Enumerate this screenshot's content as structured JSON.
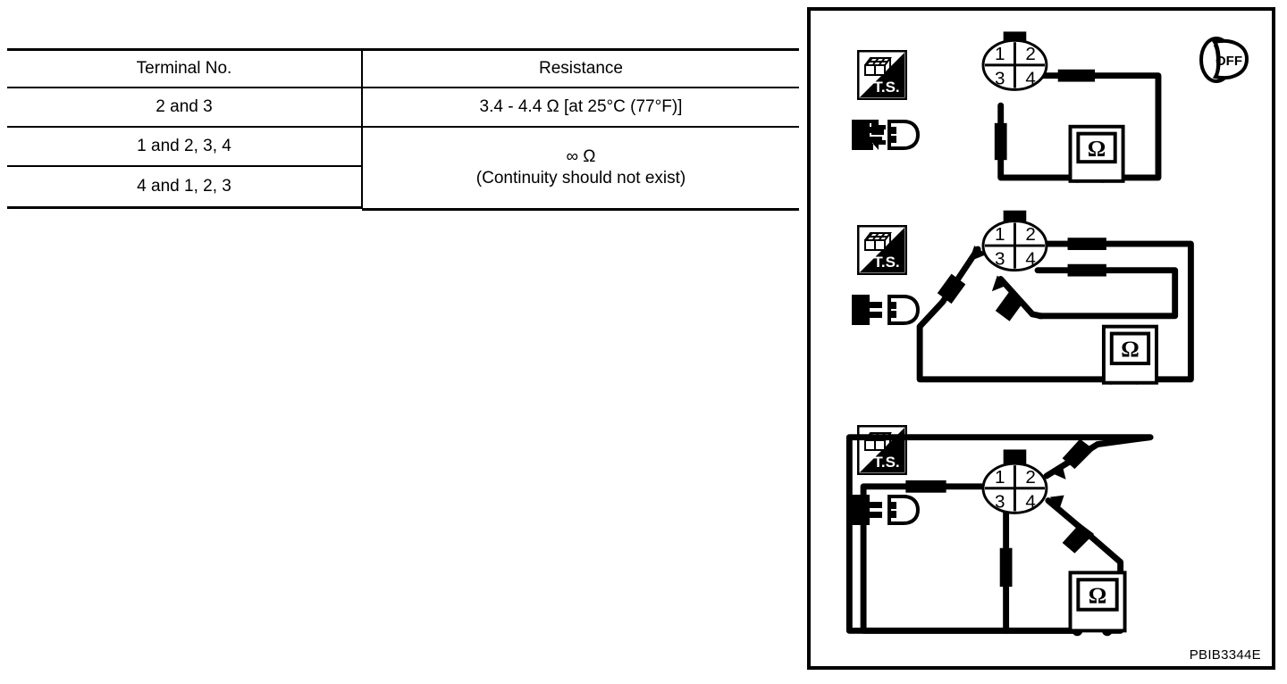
{
  "table": {
    "headers": [
      "Terminal No.",
      "Resistance"
    ],
    "rows": [
      {
        "terminal": "2 and 3",
        "resistance": "3.4 - 4.4 Ω [at 25°C (77°F)]"
      },
      {
        "terminal": "1 and 2, 3, 4",
        "resistance_line1": "∞ Ω",
        "resistance_line2": "(Continuity should not exist)"
      },
      {
        "terminal": "4 and 1, 2, 3"
      }
    ]
  },
  "figure": {
    "caption": "PBIB3344E",
    "icons": {
      "ts_label": "T.S.",
      "key_label": "OFF"
    },
    "connector": {
      "terminals": [
        "1",
        "2",
        "3",
        "4"
      ]
    },
    "meter": {
      "symbol": "Ω"
    },
    "diagrams": [
      {
        "id": "diagram-1",
        "measured_terminals": [
          "2",
          "3"
        ],
        "lead_terminals": [
          "2",
          "3"
        ],
        "probe_terminals": []
      },
      {
        "id": "diagram-2",
        "measured_terminals": [
          "1",
          "2",
          "3",
          "4"
        ],
        "lead_terminals": [
          "2",
          "4"
        ],
        "probe_terminals": [
          "1",
          "3"
        ]
      },
      {
        "id": "diagram-3",
        "measured_terminals": [
          "1",
          "2",
          "3",
          "4"
        ],
        "lead_terminals": [
          "1",
          "3"
        ],
        "probe_terminals": [
          "2",
          "4"
        ]
      }
    ]
  },
  "colors": {
    "ink": "#000000",
    "paper": "#ffffff"
  }
}
